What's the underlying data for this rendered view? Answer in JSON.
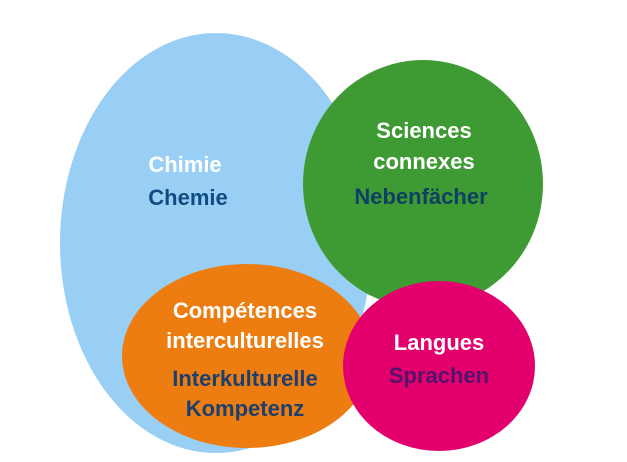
{
  "colors": {
    "chimie": "#99cff5",
    "sciences": "#3e9b33",
    "competences": "#ed7d10",
    "langues": "#e3006d",
    "label_fr": "#ffffff",
    "chimie_de": "#0f4c81",
    "sciences_de": "#0f3f63",
    "competences_de": "#1c3f6e",
    "langues_de": "#54136b"
  },
  "diagram": {
    "chimie": {
      "fr": "Chimie",
      "de": "Chemie"
    },
    "sciences": {
      "fr_line1": "Sciences",
      "fr_line2": "connexes",
      "de": "Nebenfächer"
    },
    "competences": {
      "fr_line1": "Compétences",
      "fr_line2": "interculturelles",
      "de_line1": "Interkulturelle",
      "de_line2": "Kompetenz"
    },
    "langues": {
      "fr": "Langues",
      "de": "Sprachen"
    }
  }
}
